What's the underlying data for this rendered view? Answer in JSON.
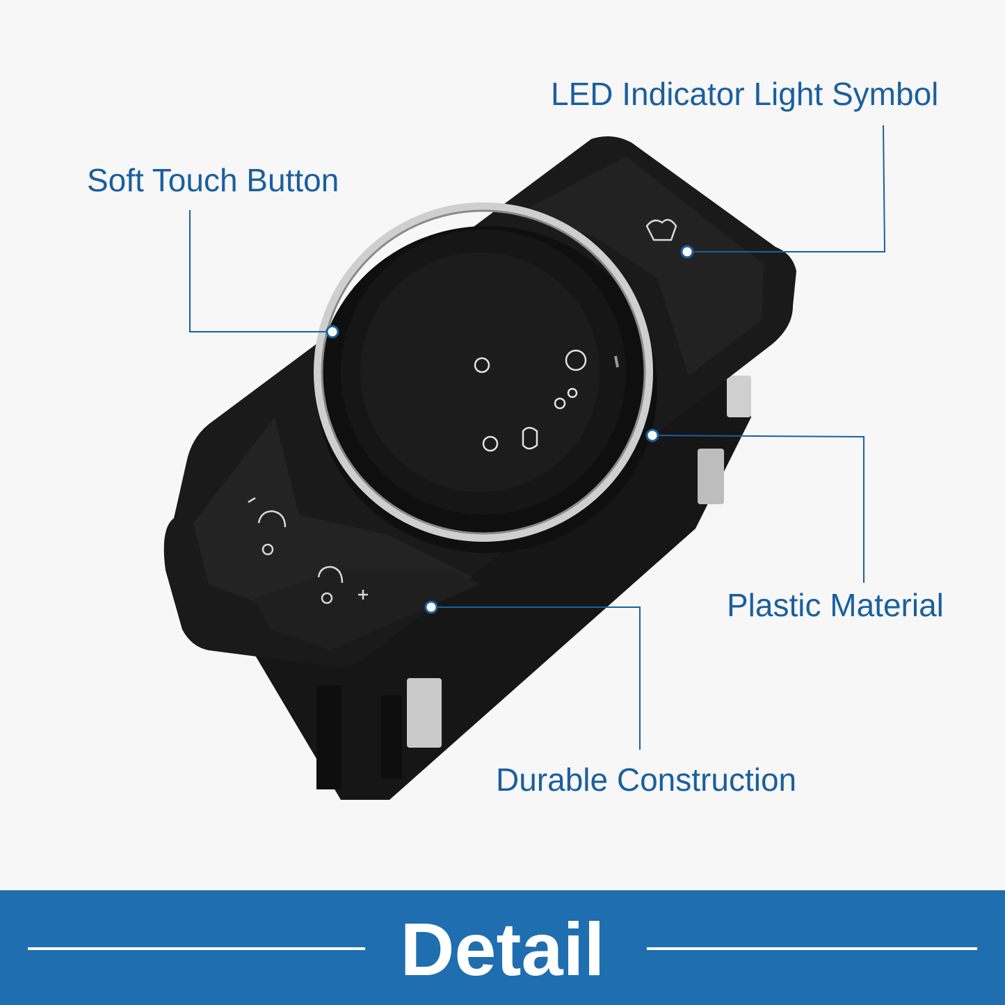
{
  "callouts": {
    "led_indicator": "LED Indicator Light Symbol",
    "soft_touch": "Soft Touch Button",
    "plastic_material": "Plastic Material",
    "durable_construction": "Durable Construction"
  },
  "banner": {
    "title": "Detail"
  },
  "colors": {
    "label": "#1a5f9e",
    "banner": "#1e6eb0",
    "product_body": "#141414"
  }
}
